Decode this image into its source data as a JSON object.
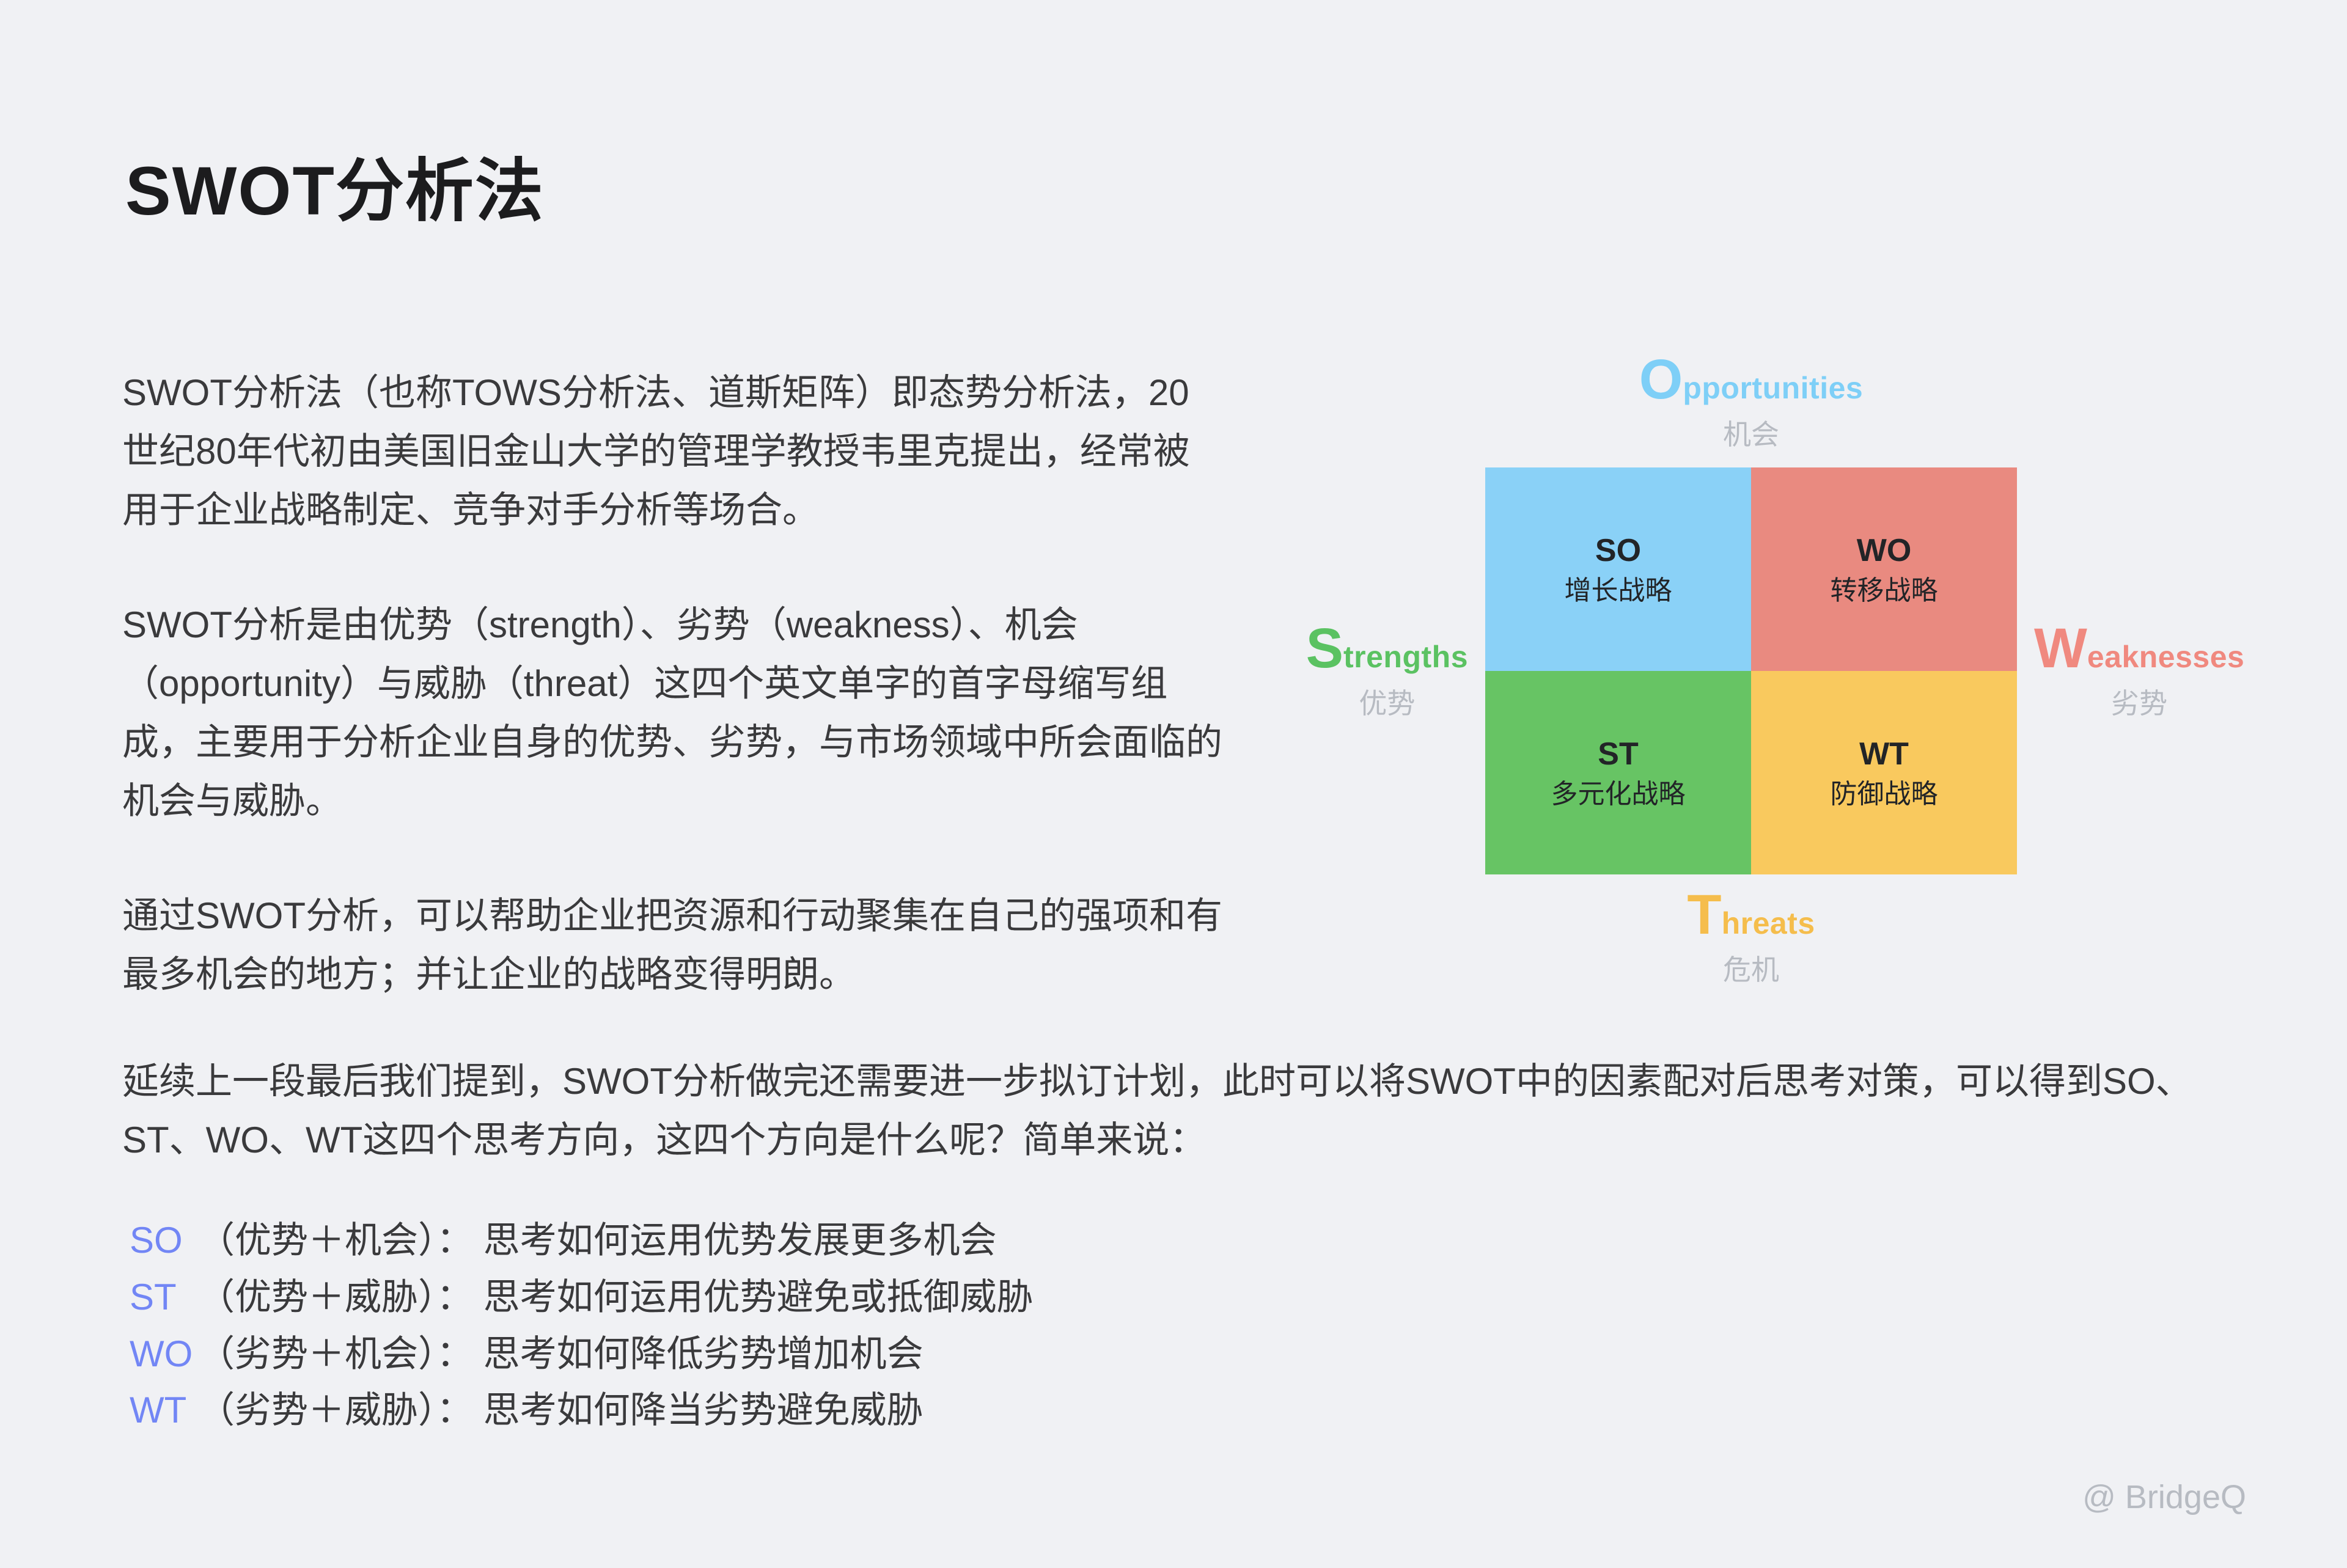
{
  "page": {
    "title": "SWOT分析法",
    "watermark": "@ BridgeQ",
    "background": "#F0F1F4",
    "text_color": "#3A3A3C",
    "muted_color": "#B7BBC2"
  },
  "intro": {
    "paragraphs": [
      "SWOT分析法（也称TOWS分析法、道斯矩阵）即态势分析法，20世纪80年代初由美国旧金山大学的管理学教授韦里克提出，经常被用于企业战略制定、竞争对手分析等场合。",
      "SWOT分析是由优势（strength）、劣势（weakness）、机会（opportunity）与威胁（threat）这四个英文单字的首字母缩写组成，主要用于分析企业自身的优势、劣势，与市场领域中所会面临的机会与威胁。",
      "通过SWOT分析，可以帮助企业把资源和行动聚集在自己的强项和有最多机会的地方；并让企业的战略变得明朗。"
    ]
  },
  "matrix": {
    "axes": {
      "top": {
        "initial": "O",
        "rest": "pportunities",
        "zh": "机会",
        "color": "#7ECFF7"
      },
      "left": {
        "initial": "S",
        "rest": "trengths",
        "zh": "优势",
        "color": "#5BC262"
      },
      "right": {
        "initial": "W",
        "rest": "eaknesses",
        "zh": "劣势",
        "color": "#F0897F"
      },
      "bottom": {
        "initial": "T",
        "rest": "hreats",
        "zh": "危机",
        "color": "#F5BD4C"
      }
    },
    "cells": [
      {
        "code": "SO",
        "strategy": "增长战略",
        "bg": "#8AD1F7"
      },
      {
        "code": "WO",
        "strategy": "转移战略",
        "bg": "#E98A80"
      },
      {
        "code": "ST",
        "strategy": "多元化战略",
        "bg": "#67C464"
      },
      {
        "code": "WT",
        "strategy": "防御战略",
        "bg": "#F9C95E"
      }
    ]
  },
  "closing": "延续上一段最后我们提到，SWOT分析做完还需要进一步拟订计划，此时可以将SWOT中的因素配对后思考对策，可以得到SO、ST、WO、WT这四个思考方向，这四个方向是什么呢？简单来说：",
  "directions": {
    "code_color": "#7286F5",
    "items": [
      {
        "code": "SO",
        "text": "（优势＋机会）： 思考如何运用优势发展更多机会"
      },
      {
        "code": "ST",
        "text": "（优势＋威胁）： 思考如何运用优势避免或抵御威胁"
      },
      {
        "code": "WO",
        "text": "（劣势＋机会）： 思考如何降低劣势增加机会"
      },
      {
        "code": "WT",
        "text": "（劣势＋威胁）： 思考如何降当劣势避免威胁"
      }
    ]
  }
}
